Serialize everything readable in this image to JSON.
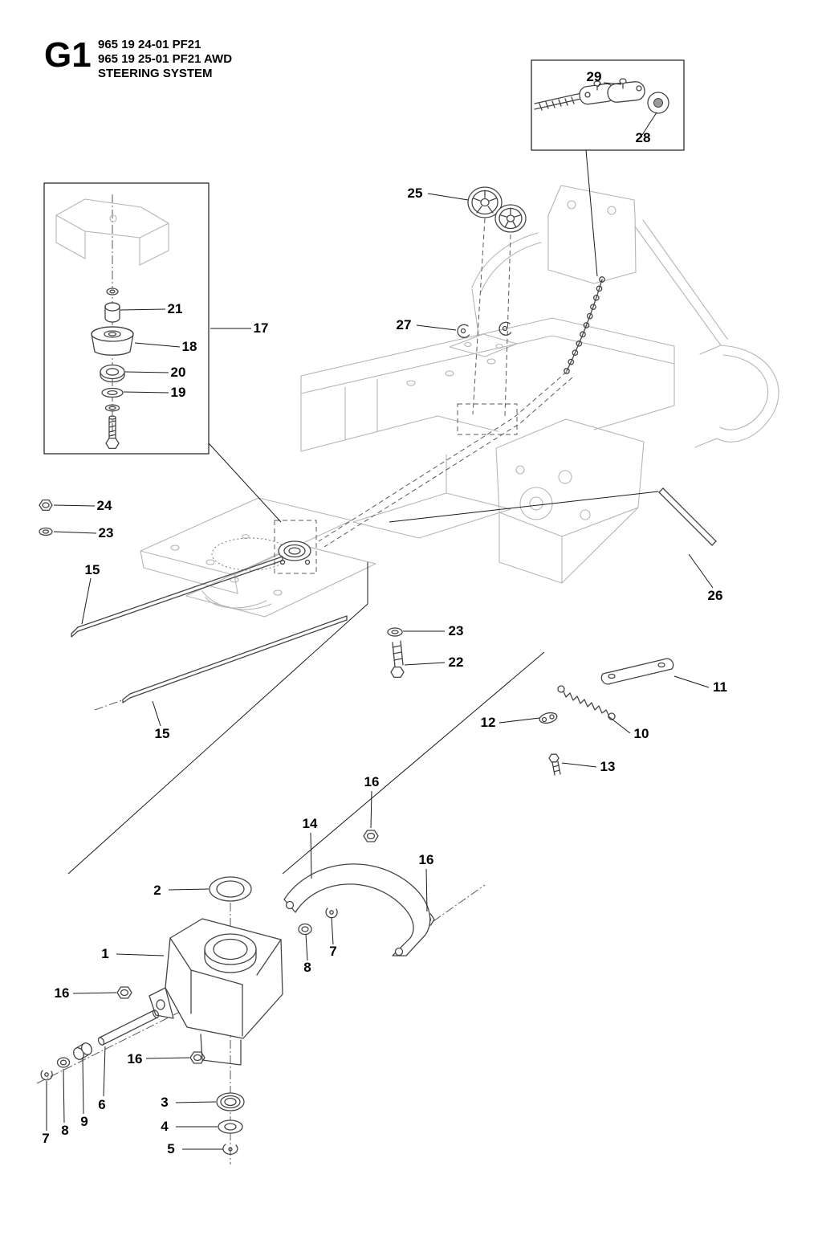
{
  "title_block": {
    "section": "G1",
    "model_line1": "965 19 24-01 PF21",
    "model_line2": "965 19 25-01 PF21 AWD",
    "system_name": "STEERING SYSTEM"
  },
  "callouts": [
    {
      "label": "29"
    },
    {
      "label": "28"
    },
    {
      "label": "25"
    },
    {
      "label": "27"
    },
    {
      "label": "21"
    },
    {
      "label": "18"
    },
    {
      "label": "20"
    },
    {
      "label": "19"
    },
    {
      "label": "17"
    },
    {
      "label": "24"
    },
    {
      "label": "23"
    },
    {
      "label": "15"
    },
    {
      "label": "26"
    },
    {
      "label": "23"
    },
    {
      "label": "22"
    },
    {
      "label": "11"
    },
    {
      "label": "12"
    },
    {
      "label": "10"
    },
    {
      "label": "15"
    },
    {
      "label": "13"
    },
    {
      "label": "16"
    },
    {
      "label": "14"
    },
    {
      "label": "16"
    },
    {
      "label": "2"
    },
    {
      "label": "7"
    },
    {
      "label": "8"
    },
    {
      "label": "1"
    },
    {
      "label": "16"
    },
    {
      "label": "16"
    },
    {
      "label": "3"
    },
    {
      "label": "6"
    },
    {
      "label": "9"
    },
    {
      "label": "4"
    },
    {
      "label": "8"
    },
    {
      "label": "7"
    },
    {
      "label": "5"
    }
  ]
}
